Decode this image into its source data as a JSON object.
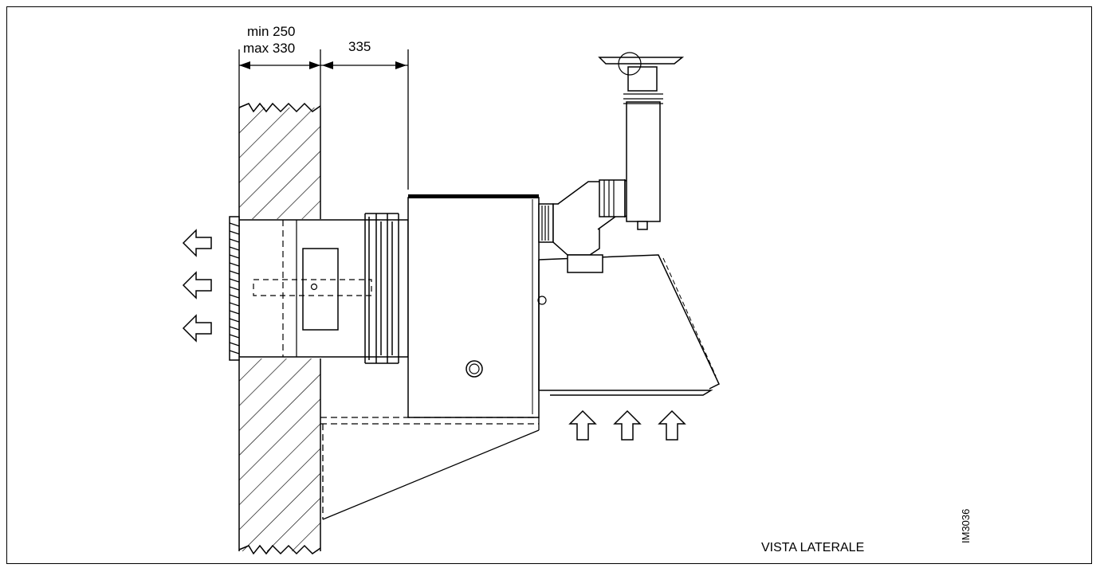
{
  "labels": {
    "dim_min": "min 250",
    "dim_max": "max 330",
    "dim_offset": "335",
    "view_title": "VISTA LATERALE",
    "drawing_code": "IM3036"
  },
  "colors": {
    "ink": "#000000",
    "paper": "#ffffff"
  },
  "icons": {
    "exhaust_arrows": "arrow-left-outline x3",
    "intake_arrows": "arrow-up-outline x3"
  }
}
